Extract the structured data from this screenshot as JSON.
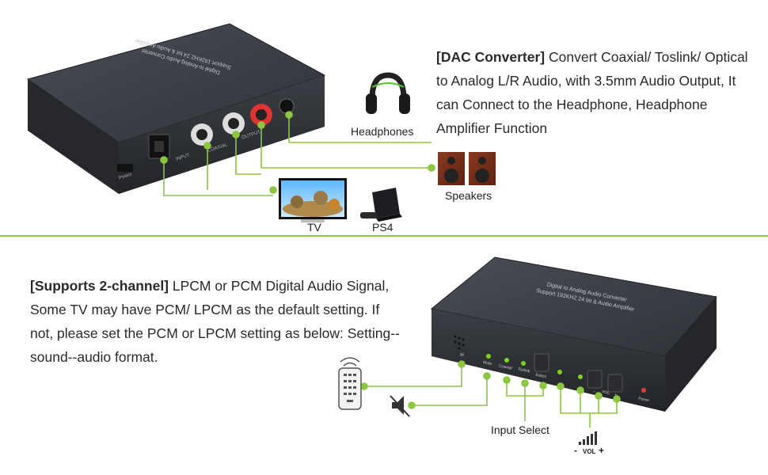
{
  "top": {
    "heading": "[DAC Converter]",
    "text": "Convert Coaxial/ Toslink/ Optical to Analog L/R Audio, with 3.5mm Audio Output, It can Connect to the Headphone, Headphone Amplifier Function",
    "device_rear_text_1": "Digital to Analog Audio Converter",
    "device_rear_text_2": "Support 192KHZ 24 bit & Audio Amplifier",
    "port_power": "Power",
    "port_input": "INPUT",
    "port_coaxial": "COAXIAL",
    "port_output": "OUTPUT",
    "labels": {
      "headphones": "Headphones",
      "speakers": "Speakers",
      "tv": "TV",
      "ps4": "PS4"
    }
  },
  "bottom": {
    "heading": "[Supports 2-channel]",
    "text": "LPCM or PCM Digital Audio Signal, Some TV may have PCM/ LPCM as the default setting. If not, please set the PCM or LPCM setting as below: Setting--sound--audio format.",
    "device_top_text_1": "Digital to Analog Audio Converter",
    "device_top_text_2": "Support 192KHZ 24 bit & Audio Amplifier",
    "front": {
      "ir": "IR",
      "mute": "Mute",
      "coaxial": "Coaxial",
      "toslink": "Toslink",
      "select": "Select",
      "vol": "VOL",
      "minus": "-",
      "plus": "+",
      "power": "Power"
    },
    "labels": {
      "input_select": "Input Select",
      "vol_minus": "-",
      "vol": "VOL",
      "vol_plus": "+"
    }
  },
  "colors": {
    "accent": "#8dc63f",
    "device_dark": "#2e3136",
    "led_green": "#7ed321",
    "led_red": "#e53935"
  }
}
